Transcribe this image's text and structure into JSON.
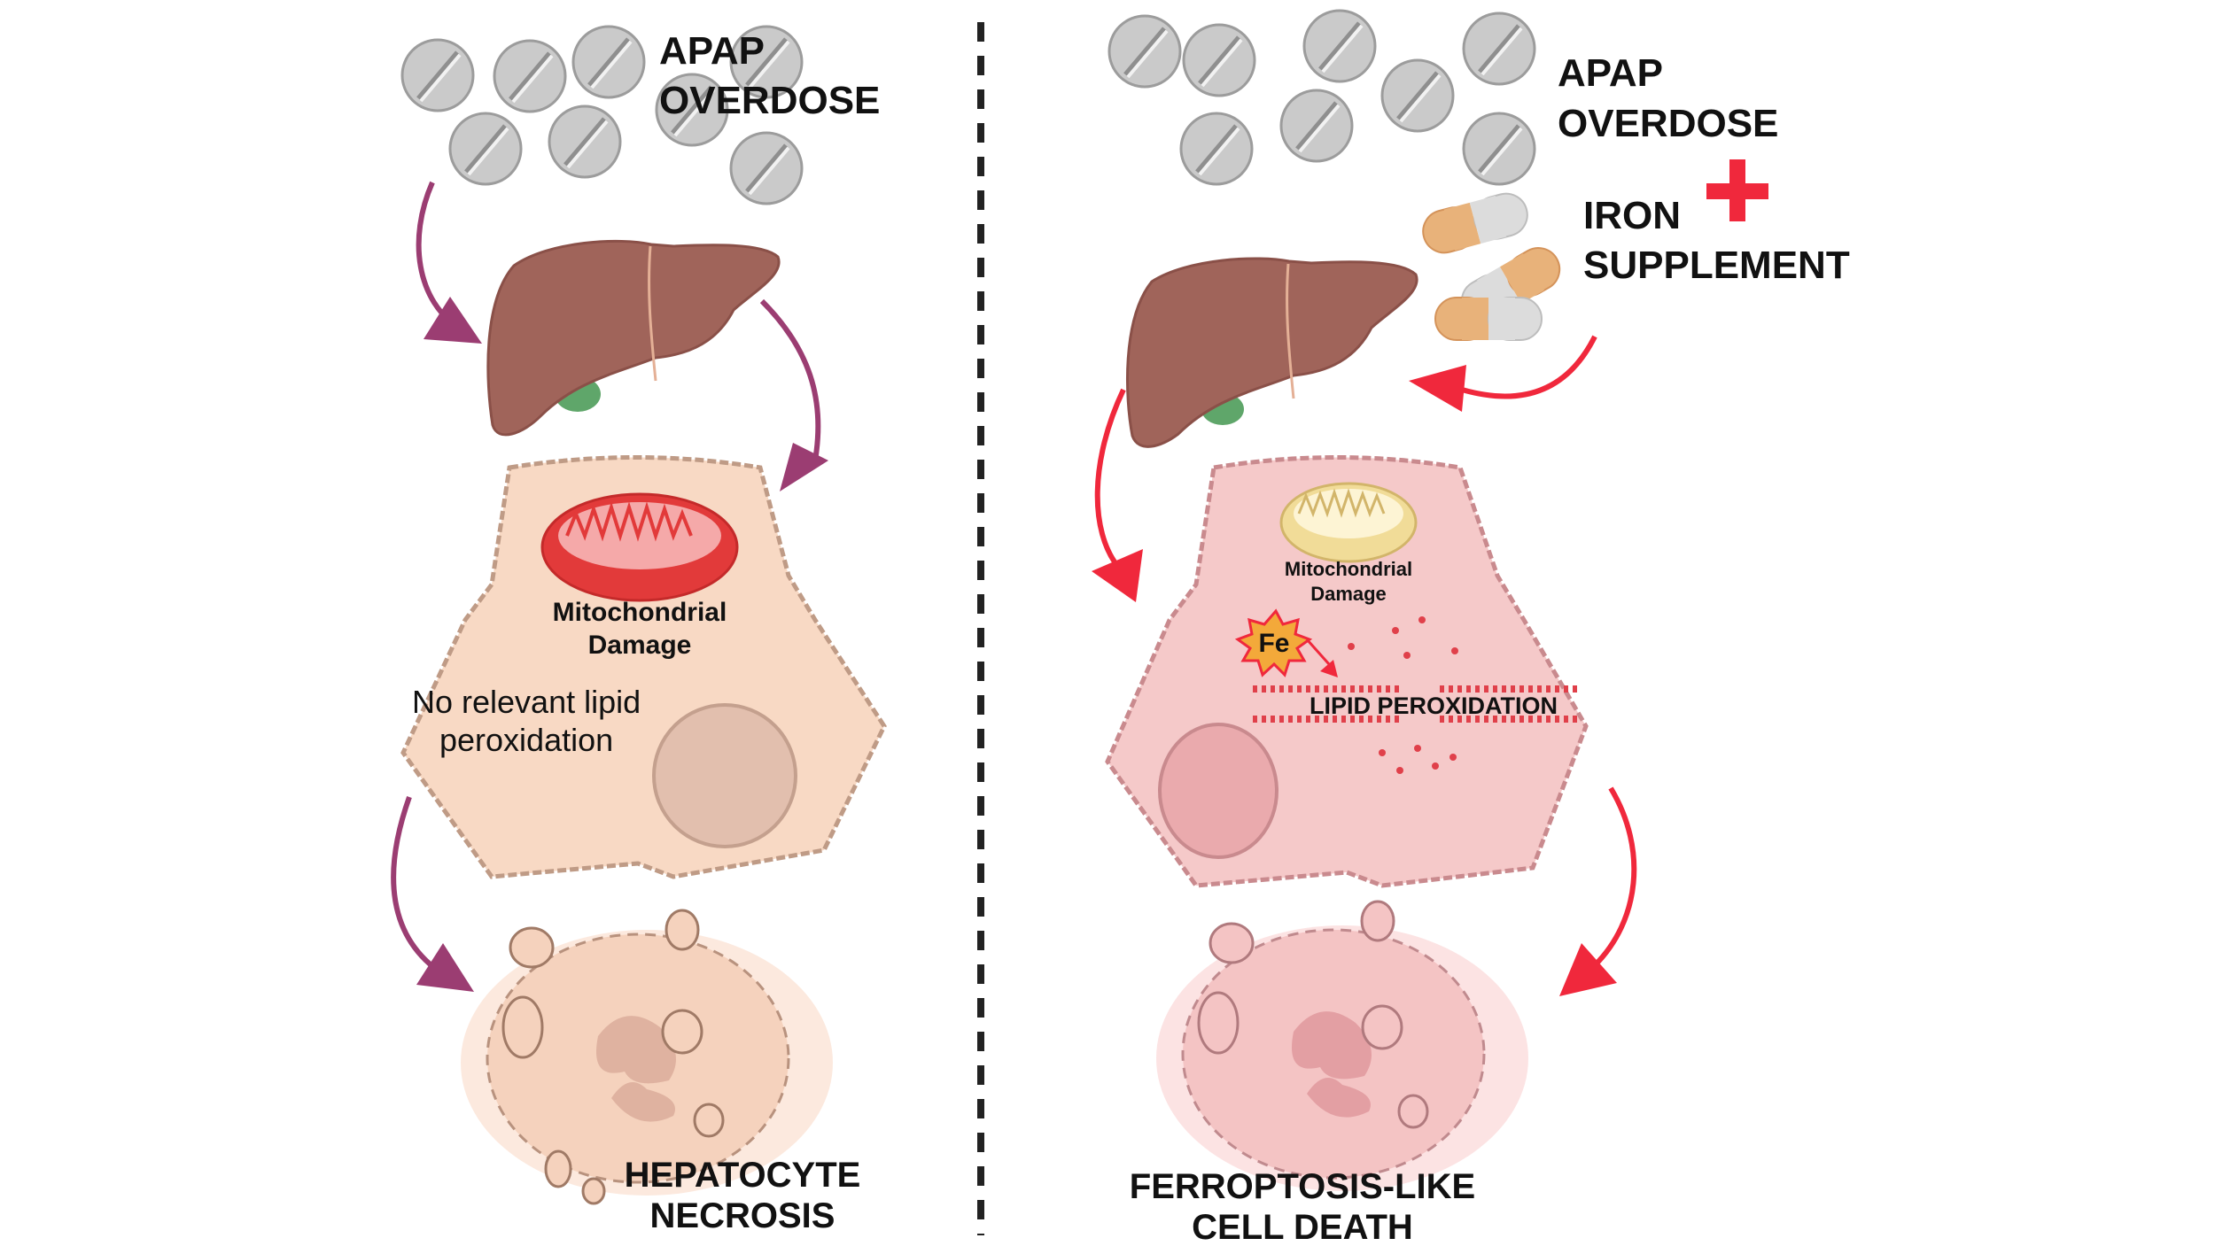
{
  "colors": {
    "pill_fill": "#c9c9c9",
    "pill_stroke": "#9a9a9a",
    "liver": "#a0645a",
    "liver_dark": "#8a5048",
    "gallbladder": "#5fa66a",
    "left_arrow": "#9b3d72",
    "right_arrow": "#f0283c",
    "left_cell_fill": "#f8d9c4",
    "left_cell_stroke": "#bf9b86",
    "right_cell_fill": "#f5c9c9",
    "right_cell_stroke": "#c98a8e",
    "mito_left": "#e23a3a",
    "mito_right": "#f1dc98",
    "divider": "#222222",
    "plus": "#f0283c",
    "capsule_orange": "#e8b27a",
    "capsule_grey": "#dcdcdc",
    "fe_badge": "#f3a93a",
    "lipid": "#e0404a"
  },
  "left_panel": {
    "trigger_label_line1": "APAP",
    "trigger_label_line2": "OVERDOSE",
    "mito_label_line1": "Mitochondrial",
    "mito_label_line2": "Damage",
    "lipid_note_line1": "No relevant lipid",
    "lipid_note_line2": "peroxidation",
    "outcome_line1": "HEPATOCYTE",
    "outcome_line2": "NECROSIS"
  },
  "right_panel": {
    "trigger_label_line1": "APAP",
    "trigger_label_line2": "OVERDOSE",
    "supplement_line1": "IRON",
    "supplement_line2": "SUPPLEMENT",
    "plus_icon": "plus-icon",
    "mito_label_line1": "Mitochondrial",
    "mito_label_line2": "Damage",
    "iron_badge": "Fe",
    "membrane_label": "LIPID PEROXIDATION",
    "outcome_line1": "FERROPTOSIS-LIKE",
    "outcome_line2": "CELL DEATH"
  }
}
